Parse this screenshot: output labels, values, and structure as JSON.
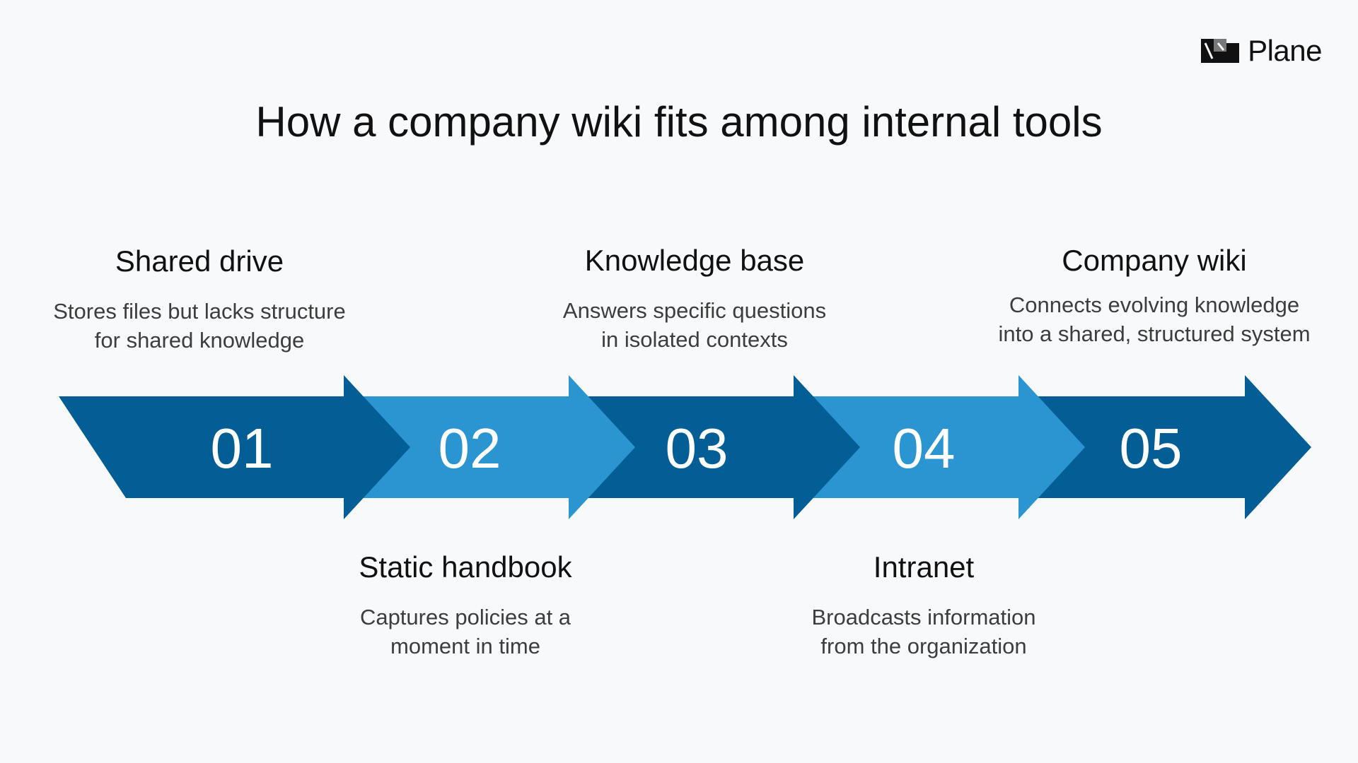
{
  "brand": {
    "name": "Plane"
  },
  "title": "How a company wiki fits among internal tools",
  "colors": {
    "dark": "#035e96",
    "light": "#2a95d0",
    "text": "#111111",
    "muted": "#3d3d3d"
  },
  "steps": [
    {
      "number": "01",
      "title": "Shared drive",
      "desc_lines": [
        "Stores files but lacks structure",
        "for shared knowledge"
      ]
    },
    {
      "number": "02",
      "title": "Static handbook",
      "desc_lines": [
        "Captures policies at a",
        "moment in time"
      ]
    },
    {
      "number": "03",
      "title": "Knowledge base",
      "desc_lines": [
        "Answers specific questions",
        "in isolated contexts"
      ]
    },
    {
      "number": "04",
      "title": "Intranet",
      "desc_lines": [
        "Broadcasts information",
        "from the organization"
      ]
    },
    {
      "number": "05",
      "title": "Company wiki",
      "desc_lines": [
        "Connects evolving knowledge",
        "into a shared, structured system"
      ]
    }
  ]
}
